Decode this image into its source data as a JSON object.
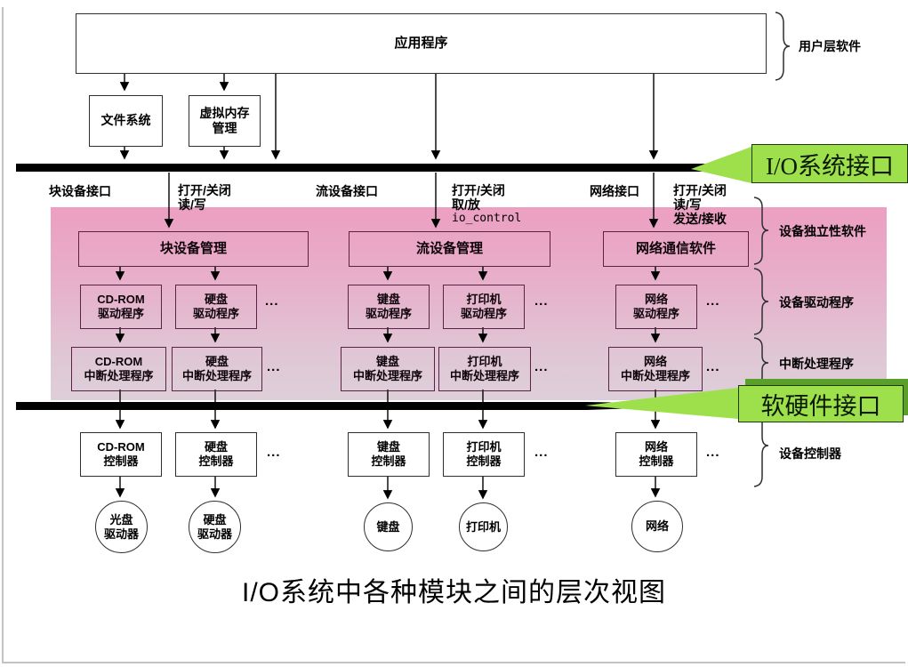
{
  "top": {
    "application": "应用程序",
    "file_system": "文件系统",
    "virtual_memory": {
      "l1": "虚拟内存",
      "l2": "管理"
    },
    "user_layer_label": "用户层软件"
  },
  "interface1": {
    "callout": "I/O系统接口",
    "block_interface": "块设备接口",
    "block_ops": {
      "l1": "打开/关闭",
      "l2": "读/写"
    },
    "stream_interface": "流设备接口",
    "stream_ops": {
      "l1": "打开/关闭",
      "l2": "取/放",
      "l3": "io_control"
    },
    "network_interface": "网络接口",
    "network_ops": {
      "l1": "打开/关闭",
      "l2": "读/写",
      "l3": "发送/接收"
    }
  },
  "interface2": {
    "callout": "软硬件接口"
  },
  "managers": [
    {
      "label": "块设备管理"
    },
    {
      "label": "流设备管理"
    },
    {
      "label": "网络通信软件"
    }
  ],
  "drivers": [
    {
      "l1": "CD-ROM",
      "l2": "驱动程序"
    },
    {
      "l1": "硬盘",
      "l2": "驱动程序"
    },
    {
      "l1": "键盘",
      "l2": "驱动程序"
    },
    {
      "l1": "打印机",
      "l2": "驱动程序"
    },
    {
      "l1": "网络",
      "l2": "驱动程序"
    }
  ],
  "interrupts": [
    {
      "l1": "CD-ROM",
      "l2": "中断处理程序"
    },
    {
      "l1": "硬盘",
      "l2": "中断处理程序"
    },
    {
      "l1": "键盘",
      "l2": "中断处理程序"
    },
    {
      "l1": "打印机",
      "l2": "中断处理程序"
    },
    {
      "l1": "网络",
      "l2": "中断处理程序"
    }
  ],
  "controllers": [
    {
      "l1": "CD-ROM",
      "l2": "控制器"
    },
    {
      "l1": "硬盘",
      "l2": "控制器"
    },
    {
      "l1": "键盘",
      "l2": "控制器"
    },
    {
      "l1": "打印机",
      "l2": "控制器"
    },
    {
      "l1": "网络",
      "l2": "控制器"
    }
  ],
  "devices": [
    {
      "l1": "光盘",
      "l2": "驱动器"
    },
    {
      "l1": "硬盘",
      "l2": "驱动器"
    },
    {
      "l1": "键盘",
      "l2": ""
    },
    {
      "l1": "打印机",
      "l2": ""
    },
    {
      "l1": "网络",
      "l2": ""
    }
  ],
  "side_labels": {
    "device_independent": "设备独立性软件",
    "device_driver": "设备驱动程序",
    "interrupt_handler": "中断处理程序",
    "device_controller": "设备控制器"
  },
  "ellipsis": "...",
  "caption": "I/O系统中各种模块之间的层次视图",
  "colors": {
    "callout_green": "#9ee04c",
    "callout_shadow_green": "#5aa028",
    "pink_top": "#ec9fc1",
    "pink_bottom": "#ddcfd9",
    "pink_box_border": "#5c2246",
    "bar_black": "#000000"
  }
}
